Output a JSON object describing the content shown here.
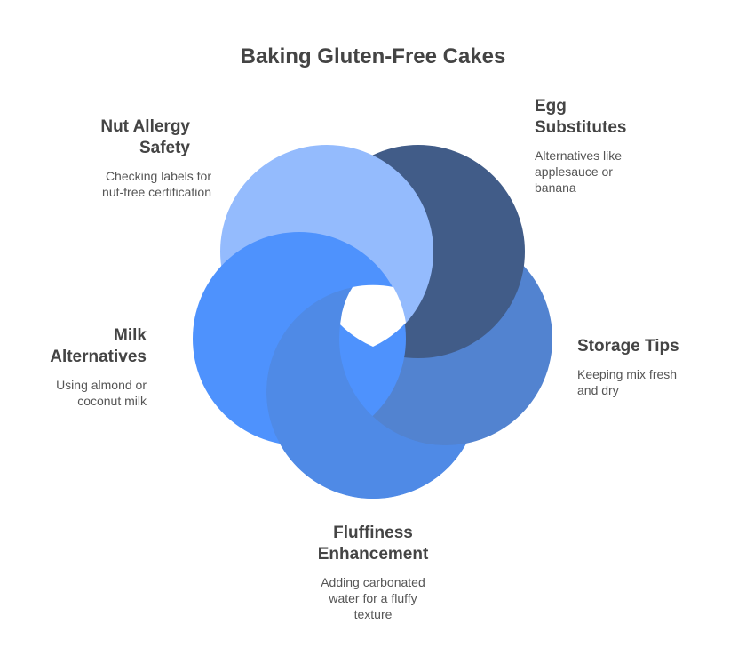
{
  "title": "Baking Gluten-Free Cakes",
  "items": [
    {
      "title_lines": [
        "Nut Allergy",
        "Safety"
      ],
      "desc_lines": [
        "Checking labels for",
        "nut-free certification"
      ],
      "color": "#94BBFD"
    },
    {
      "title_lines": [
        "Egg",
        "Substitutes"
      ],
      "desc_lines": [
        "Alternatives like",
        "applesauce or",
        "banana"
      ],
      "color": "#415C88"
    },
    {
      "title_lines": [
        "Storage Tips"
      ],
      "desc_lines": [
        "Keeping mix fresh",
        "and dry"
      ],
      "color": "#5283D0"
    },
    {
      "title_lines": [
        "Fluffiness",
        "Enhancement"
      ],
      "desc_lines": [
        "Adding carbonated",
        "water for a fluffy",
        "texture"
      ],
      "color": "#4F8AE6"
    },
    {
      "title_lines": [
        "Milk",
        "Alternatives"
      ],
      "desc_lines": [
        "Using almond or",
        "coconut milk"
      ],
      "color": "#4E92FD"
    }
  ]
}
